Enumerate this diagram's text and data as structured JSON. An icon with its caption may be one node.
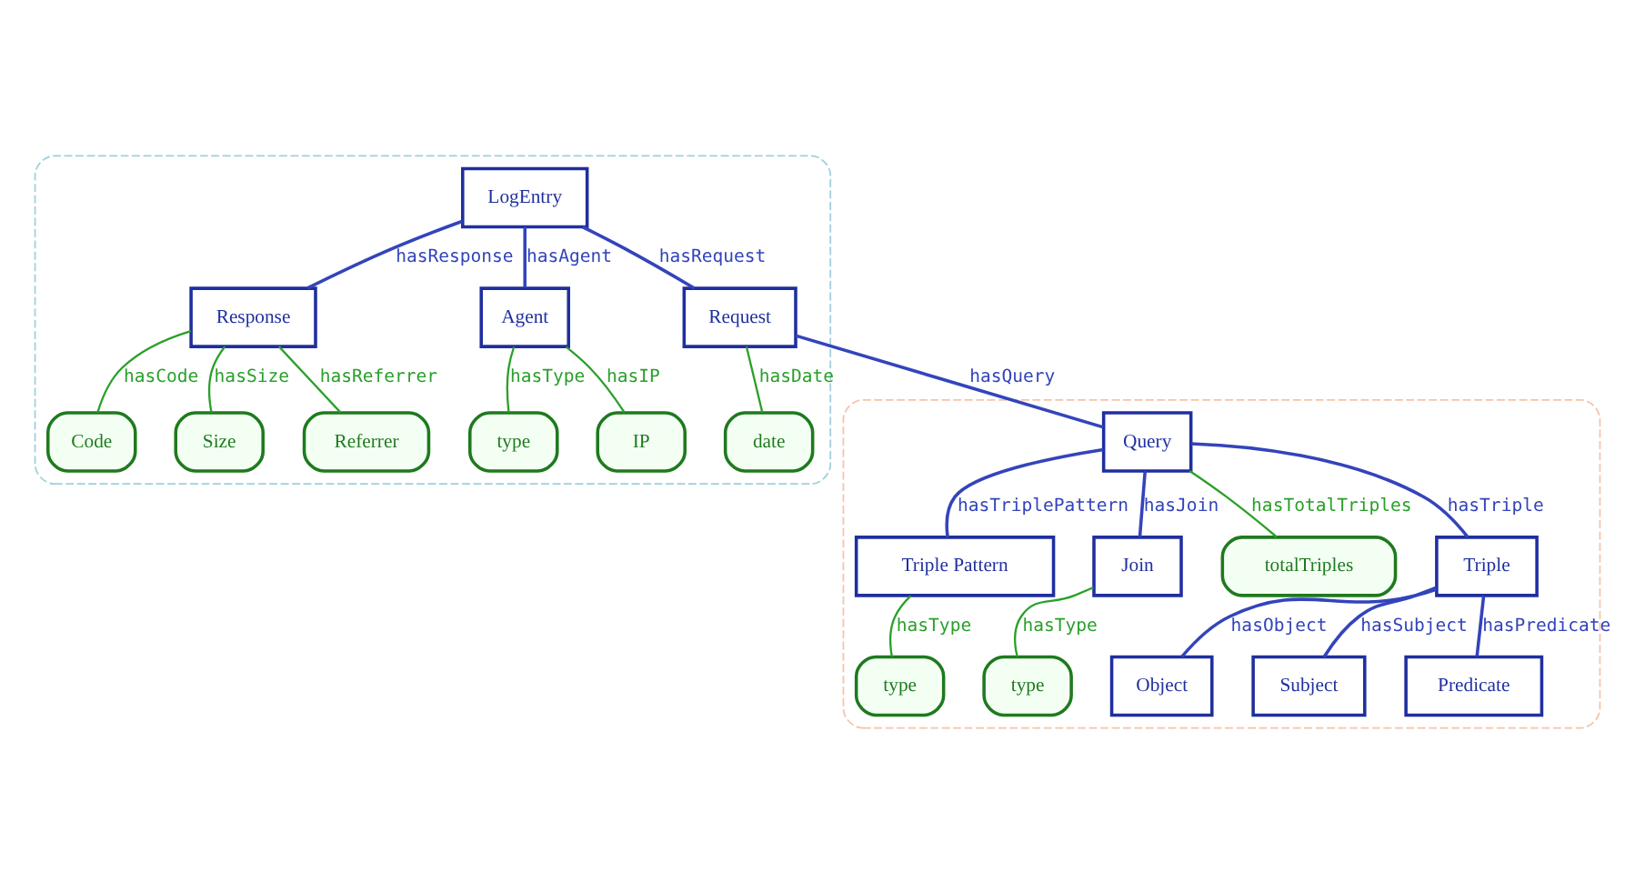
{
  "diagram": {
    "nodes": [
      {
        "text": [],
        "shape": "box"
      },
      {
        "text": [
          "Code"
        ],
        "in": 0
      },
      {
        "text": [
          "Size"
        ],
        "in": 0
      },
      {
        "text": [
          "Referrer"
        ],
        "in": 0
      },
      {
        "text": [
          "Response"
        ],
        "in": 0
      },
      {
        "text": [
          "LogEntry"
        ],
        "in": 0
      },
      {
        "text": [
          "Request"
        ],
        "in": 0
      },
      {
        "text": [
          "date"
        ],
        "in": 0
      },
      {
        "text": [
          "Agent"
        ],
        "in": 0
      },
      {
        "text": [
          "type"
        ],
        "in": 0
      },
      {
        "text": [
          "IP"
        ],
        "in": 0
      },
      {
        "text": [],
        "shape": "box"
      },
      {
        "text": [
          "type"
        ],
        "in": 11
      },
      {
        "text": [
          "type"
        ],
        "in": 11
      },
      {
        "text": [
          "Triple Pattern"
        ],
        "in": 11
      },
      {
        "text": [
          "Join"
        ],
        "in": 11
      },
      {
        "text": [
          "Query"
        ],
        "in": 11
      },
      {
        "text": [
          "totalTriples"
        ],
        "in": 11
      },
      {
        "text": [
          "Triple"
        ],
        "in": 11
      },
      {
        "text": [
          "Object"
        ],
        "in": 11
      },
      {
        "text": [
          "Subject"
        ],
        "in": 11
      },
      {
        "text": [
          "Predicate"
        ],
        "in": 11
      }
    ],
    "edges": [
      {
        "from": 4,
        "to": 1,
        "arrow": "none",
        "label": "hasCode",
        "color": "#2aa02a"
      },
      {
        "from": 4,
        "to": 2,
        "arrow": "none",
        "label": "hasSize",
        "color": "#2aa02a"
      },
      {
        "from": 4,
        "to": 3,
        "arrow": "none",
        "label": "hasReferrer",
        "color": "#2aa02a"
      },
      {
        "from": 5,
        "to": 4,
        "arrow": "none",
        "label": "hasResponse"
      },
      {
        "from": 5,
        "to": 6,
        "arrow": "none",
        "label": "hasRequest"
      },
      {
        "from": 5,
        "to": 8,
        "arrow": "none",
        "label": "hasAgent"
      },
      {
        "from": 6,
        "to": 7,
        "arrow": "none",
        "label": "hasDate",
        "color": "#2aa02a"
      },
      {
        "from": 8,
        "to": 9,
        "arrow": "none",
        "label": "hasType",
        "color": "#2aa02a"
      },
      {
        "from": 8,
        "to": 10,
        "arrow": "none",
        "label": "hasIP",
        "color": "#2aa02a"
      },
      {
        "from": 6,
        "to": 16,
        "arrow": "none",
        "label": "hasQuery"
      },
      {
        "from": 14,
        "to": 12,
        "arrow": "none",
        "label": "hasType",
        "color": "#2aa02a"
      },
      {
        "from": 15,
        "to": 13,
        "arrow": "none",
        "label": "hasType",
        "color": "#2aa02a"
      },
      {
        "from": 16,
        "to": 14,
        "arrow": "none",
        "label": "hasTriplePattern"
      },
      {
        "from": 16,
        "to": 15,
        "arrow": "none",
        "label": "hasJoin"
      },
      {
        "from": 16,
        "to": 17,
        "arrow": "none",
        "label": "hasTotalTriples",
        "color": "#2aa02a"
      },
      {
        "from": 16,
        "to": 18,
        "arrow": "none",
        "label": "hasTriple"
      },
      {
        "from": 18,
        "to": 19,
        "arrow": "none",
        "label": "hasObject"
      },
      {
        "from": 18,
        "to": 20,
        "arrow": "none",
        "label": "hasSubject"
      },
      {
        "from": 18,
        "to": 21,
        "arrow": "none",
        "label": "hasPredicate"
      }
    ]
  }
}
